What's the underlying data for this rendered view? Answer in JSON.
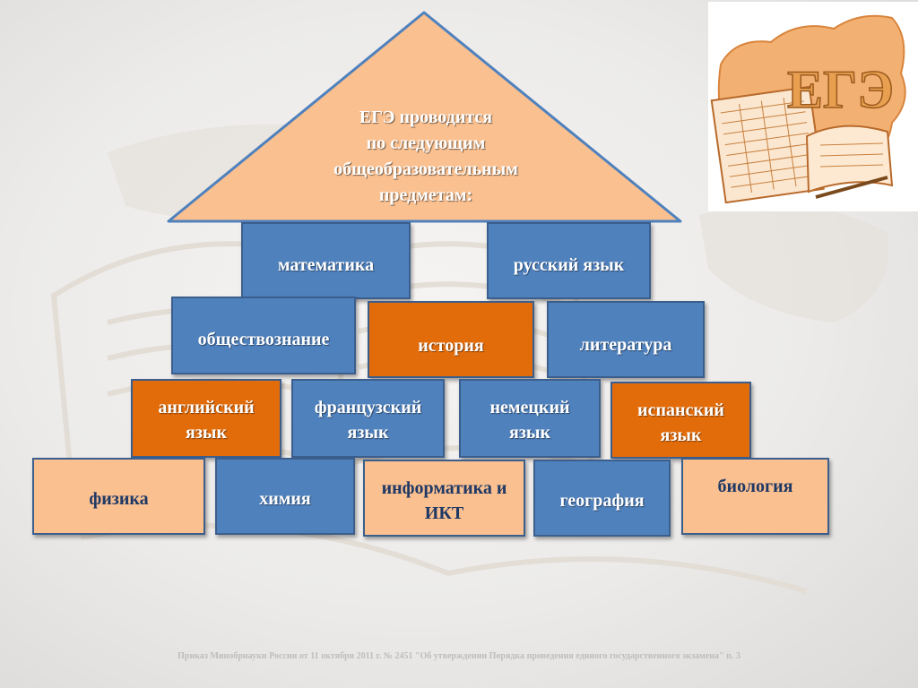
{
  "roof": {
    "lines": [
      "ЕГЭ проводится",
      "по следующим",
      "общеобразовательным",
      "предметам:"
    ],
    "fill": "#fac090",
    "stroke": "#4f81bd"
  },
  "rows": {
    "row1": [
      {
        "label": "математика",
        "style": "blue"
      },
      {
        "label": "русский язык",
        "style": "blue"
      }
    ],
    "row2": [
      {
        "label": "обществознание",
        "style": "blue"
      },
      {
        "label": "история",
        "style": "orange"
      },
      {
        "label": "литература",
        "style": "blue"
      }
    ],
    "row3": [
      {
        "label": "английский язык",
        "style": "orange"
      },
      {
        "label": "французский язык",
        "style": "blue"
      },
      {
        "label": "немецкий язык",
        "style": "blue"
      },
      {
        "label": "испанский язык",
        "style": "orange"
      }
    ],
    "row4": [
      {
        "label": "физика",
        "style": "peach"
      },
      {
        "label": "химия",
        "style": "blue"
      },
      {
        "label": "информатика и ИКТ",
        "style": "peach"
      },
      {
        "label": "география",
        "style": "blue"
      },
      {
        "label": "биология",
        "style": "peach"
      }
    ]
  },
  "logo": {
    "letters": "ЕГЭ"
  },
  "footnote": "Приказ Минобрнауки России от 11 октября 2011 г. № 2451 \"Об утверждении Порядка проведения единого государственного экзамена\" п. 3",
  "colors": {
    "blue": "#4f81bd",
    "orange": "#e36c0a",
    "peach": "#fac090",
    "border": "#3b5e8c"
  }
}
